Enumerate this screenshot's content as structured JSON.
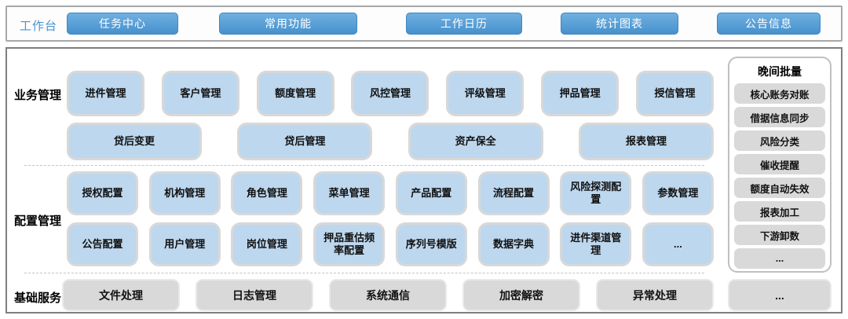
{
  "topbar": {
    "label": "工作台",
    "buttons": [
      "任务中心",
      "常用功能",
      "工作日历",
      "统计图表",
      "公告信息"
    ]
  },
  "business": {
    "label": "业务管理",
    "row1": [
      "进件管理",
      "客户管理",
      "额度管理",
      "风控管理",
      "评级管理",
      "押品管理",
      "授信管理"
    ],
    "row2": [
      "贷后变更",
      "贷后管理",
      "资产保全",
      "报表管理"
    ]
  },
  "config": {
    "label": "配置管理",
    "row1": [
      "授权配置",
      "机构管理",
      "角色管理",
      "菜单管理",
      "产品配置",
      "流程配置",
      "风险探测配置",
      "参数管理"
    ],
    "row2": [
      "公告配置",
      "用户管理",
      "岗位管理",
      "押品重估频率配置",
      "序列号模版",
      "数据字典",
      "进件渠道管理",
      "..."
    ]
  },
  "base": {
    "label": "基础服务",
    "items": [
      "文件处理",
      "日志管理",
      "系统通信",
      "加密解密",
      "异常处理"
    ],
    "more": "..."
  },
  "batch": {
    "title": "晚间批量",
    "items": [
      "核心账务对账",
      "借据信息同步",
      "风险分类",
      "催收提醒",
      "额度自动失效",
      "报表加工",
      "下游卸数",
      "..."
    ]
  },
  "colors": {
    "accent_blue": "#4f96cf",
    "module_light_blue": "#bdd7ee",
    "box_gray": "#d9d9d9"
  }
}
